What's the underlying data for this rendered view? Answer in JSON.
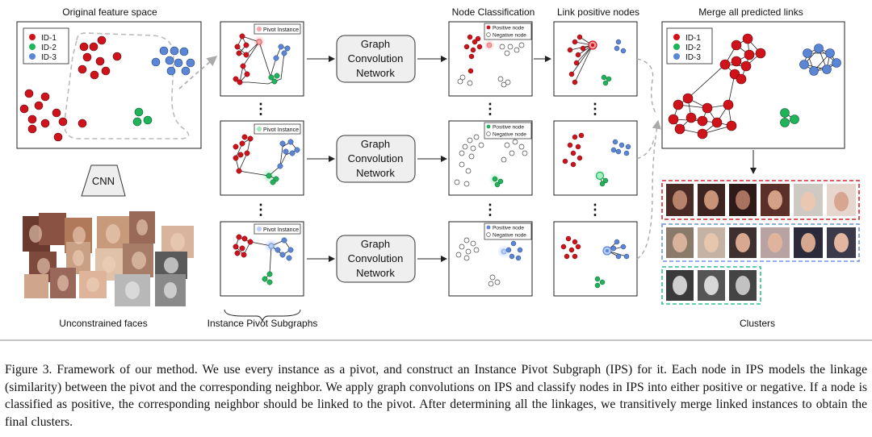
{
  "figure": {
    "labels": {
      "original_feature_space": "Original feature space",
      "node_classification": "Node Classification",
      "link_positive_nodes": "Link positive nodes",
      "merge_all_predicted_links": "Merge all predicted links",
      "cnn": "CNN",
      "unconstrained_faces": "Unconstrained faces",
      "instance_pivot_subgraphs": "Instance Pivot Subgraphs",
      "clusters": "Clusters"
    },
    "legend_ids": [
      "ID-1",
      "ID-2",
      "ID-3"
    ],
    "gcn_label_lines": [
      "Graph",
      "Convolution",
      "Network"
    ],
    "pivot_instance_label": "Pivot Instance",
    "positive_node_label": "Positive node",
    "negative_node_label": "Negative node",
    "ellipsis": "⋮",
    "colors": {
      "id1_red": "#d0121b",
      "id2_green": "#1fb35a",
      "id3_blue": "#5b86d6",
      "cluster_red_border": "#d9262e",
      "cluster_blue_border": "#6d93db",
      "cluster_green_border": "#2fbf8a"
    }
  },
  "caption": "Figure 3. Framework of our method. We use every instance as a pivot, and construct an Instance Pivot Subgraph (IPS) for it. Each node in IPS models the linkage (similarity) between the pivot and the corresponding neighbor. We apply graph convolutions on IPS and classify nodes in IPS into either positive or negative. If a node is classified as positive, the corresponding neighbor should be linked to the pivot. After determining all the linkages, we transitively merge linked instances to obtain the final clusters."
}
